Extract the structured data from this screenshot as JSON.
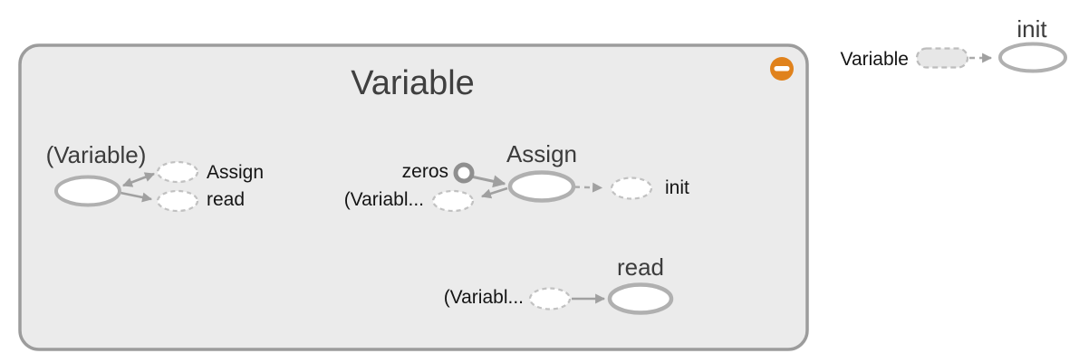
{
  "diagram": {
    "type": "dataflow-graph",
    "group": {
      "title": "Variable",
      "collapse_button": "minus",
      "fill": "#ebebeb",
      "border": "#9c9c9c",
      "button_color": "#e0821c"
    },
    "clusters": {
      "variable_node": {
        "label": "(Variable)",
        "out_annotations": [
          {
            "label": "Assign",
            "shape": "dashed-ellipse",
            "edge": "bidirectional"
          },
          {
            "label": "read",
            "shape": "dashed-ellipse",
            "edge": "outgoing"
          }
        ]
      },
      "assign_node": {
        "title": "Assign",
        "inputs": [
          {
            "label": "zeros",
            "shape": "ring-circle",
            "edge": "incoming"
          },
          {
            "label": "(Variabl...",
            "shape": "dashed-ellipse",
            "edge": "ref-outgoing"
          }
        ],
        "outputs": [
          {
            "label": "init",
            "shape": "dashed-ellipse",
            "edge": "dashed-control"
          }
        ]
      },
      "read_node": {
        "title": "read",
        "inputs": [
          {
            "label": "(Variabl...",
            "shape": "dashed-ellipse",
            "edge": "incoming"
          }
        ]
      },
      "external": {
        "source_label": "Variable",
        "source_shape": "dashed-rounded-rect",
        "target_title": "init",
        "edge": "dashed-control"
      }
    },
    "colors": {
      "node_stroke": "#b0b0b0",
      "node_fill": "#ffffff",
      "dashed_stroke": "#c1c1c1",
      "edge": "#a0a0a0",
      "ring_stroke": "#8f8f8f",
      "title_color": "#3f3f3f",
      "annotation_color": "#141414"
    }
  }
}
